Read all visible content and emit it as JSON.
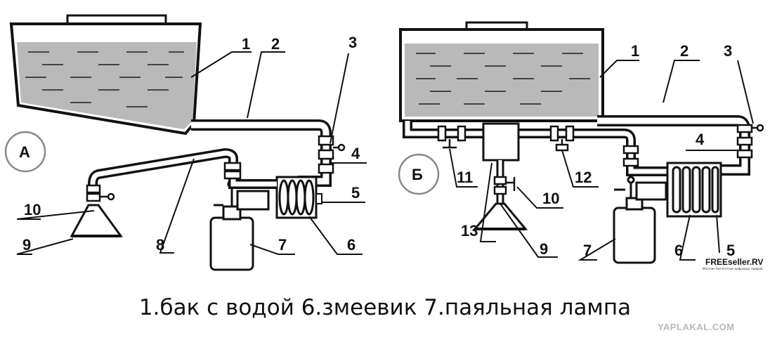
{
  "diagram_a": {
    "badge": "А",
    "labels": {
      "l1": "1",
      "l2": "2",
      "l3": "3",
      "l4": "4",
      "l5": "5",
      "l6": "6",
      "l7": "7",
      "l8": "8",
      "l9": "9",
      "l10": "10"
    }
  },
  "diagram_b": {
    "badge": "Б",
    "labels": {
      "l1": "1",
      "l2": "2",
      "l3": "3",
      "l4": "4",
      "l5": "5",
      "l6": "6",
      "l7": "7",
      "l9": "9",
      "l10": "10",
      "l11": "11",
      "l12": "12",
      "l13": "13"
    }
  },
  "caption": "1.бак с водой  6.змеевик 7.паяльная лампа",
  "watermark": "YAPLAKAL.COM",
  "brand": {
    "name": "FREEseller.RV",
    "tagline": "Магазин бесплатных цифровых товаров"
  },
  "colors": {
    "ink": "#111111",
    "water": "#b9b9b9",
    "watermark": "#b9b9b9"
  }
}
